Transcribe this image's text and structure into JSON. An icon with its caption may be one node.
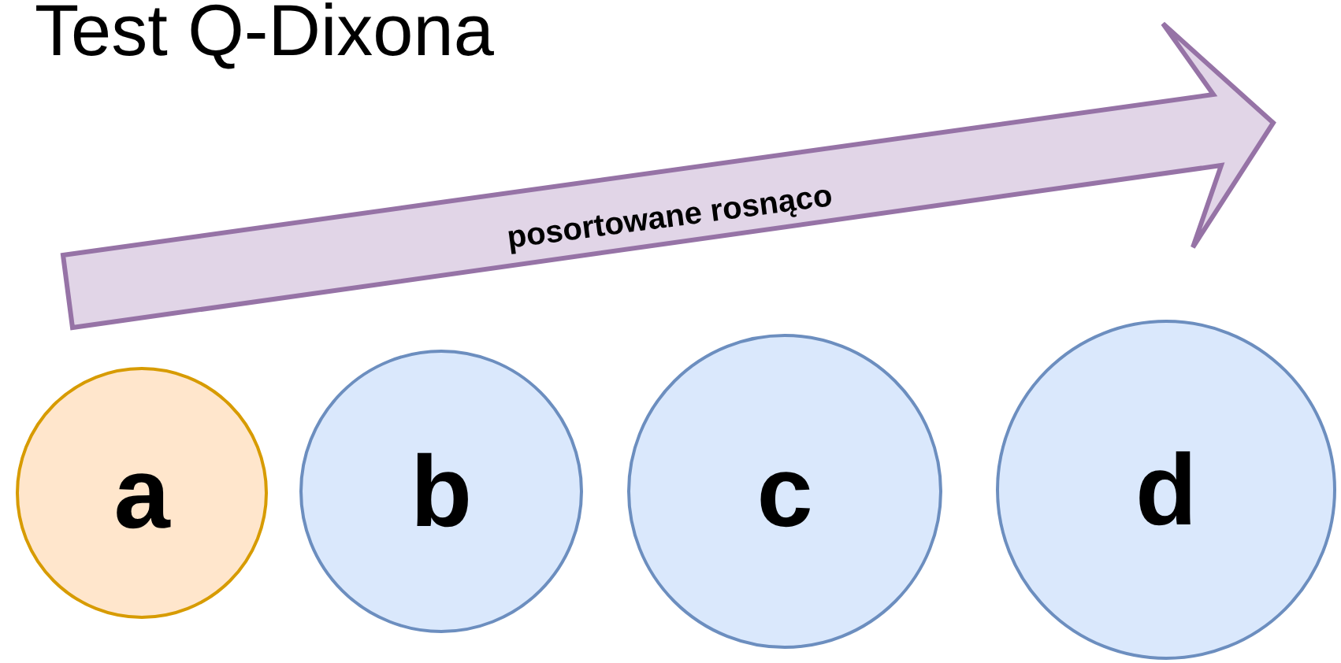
{
  "diagram": {
    "title": "Test Q-Dixona",
    "nodes": [
      {
        "text": [
          "posortowane rosnąco"
        ]
      },
      {
        "text": [
          "a"
        ]
      },
      {
        "text": [
          "b"
        ]
      },
      {
        "text": [
          "c"
        ]
      },
      {
        "text": [
          "d"
        ]
      }
    ]
  }
}
